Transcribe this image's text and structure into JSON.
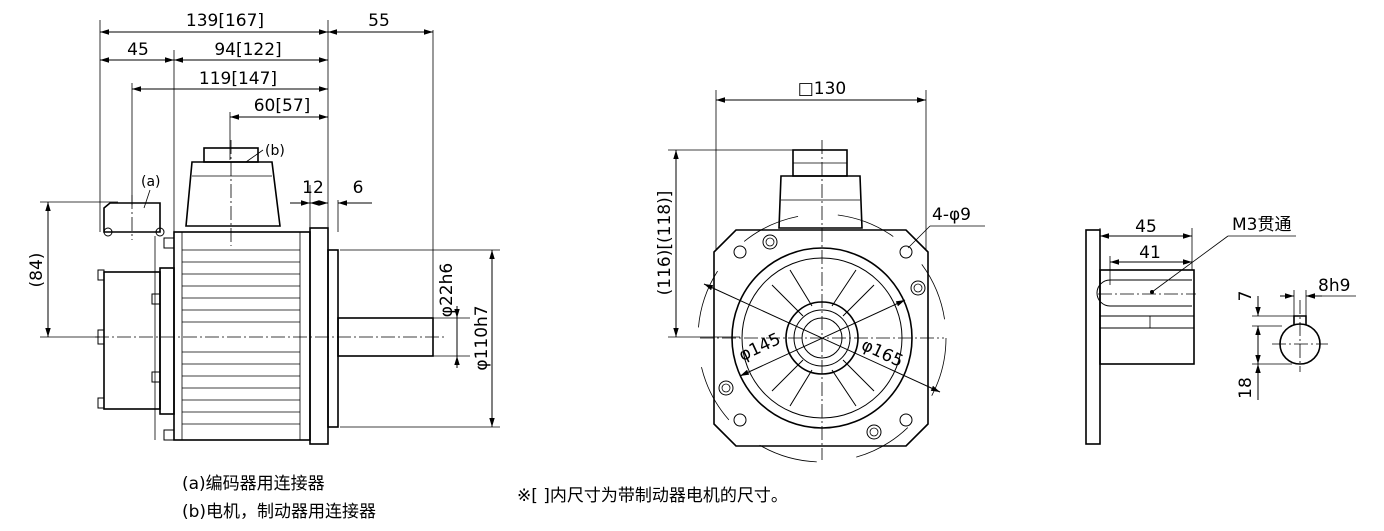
{
  "side_view": {
    "dims": {
      "total_length": "139[167]",
      "encoder_section": "45",
      "body_length": "94[122]",
      "connector_b_to_flange": "119[147]",
      "connector_a_offset": "60[57]",
      "shaft_length": "55",
      "flange_thickness": "12",
      "flange_step": "6",
      "height_84": "(84)",
      "shaft_dia": "φ22h6",
      "pilot_dia": "φ110h7"
    },
    "labels": {
      "a": "(a)",
      "b": "(b)"
    }
  },
  "front_view": {
    "dims": {
      "flange_square": "□130",
      "height": "(116)[(118)]",
      "holes": "4-φ9",
      "pitch_circle": "φ165",
      "body_circle": "φ145"
    }
  },
  "shaft_view": {
    "dims": {
      "key_length_45": "45",
      "key_length_41": "41",
      "thread": "M3贯通",
      "key_height": "7",
      "key_width": "8h9",
      "shaft_height": "18"
    }
  },
  "legend": {
    "a": "(a)编码器用连接器",
    "b": "(b)电机，制动器用连接器"
  },
  "footnote": "※[ ]内尺寸为带制动器电机的尺寸。"
}
